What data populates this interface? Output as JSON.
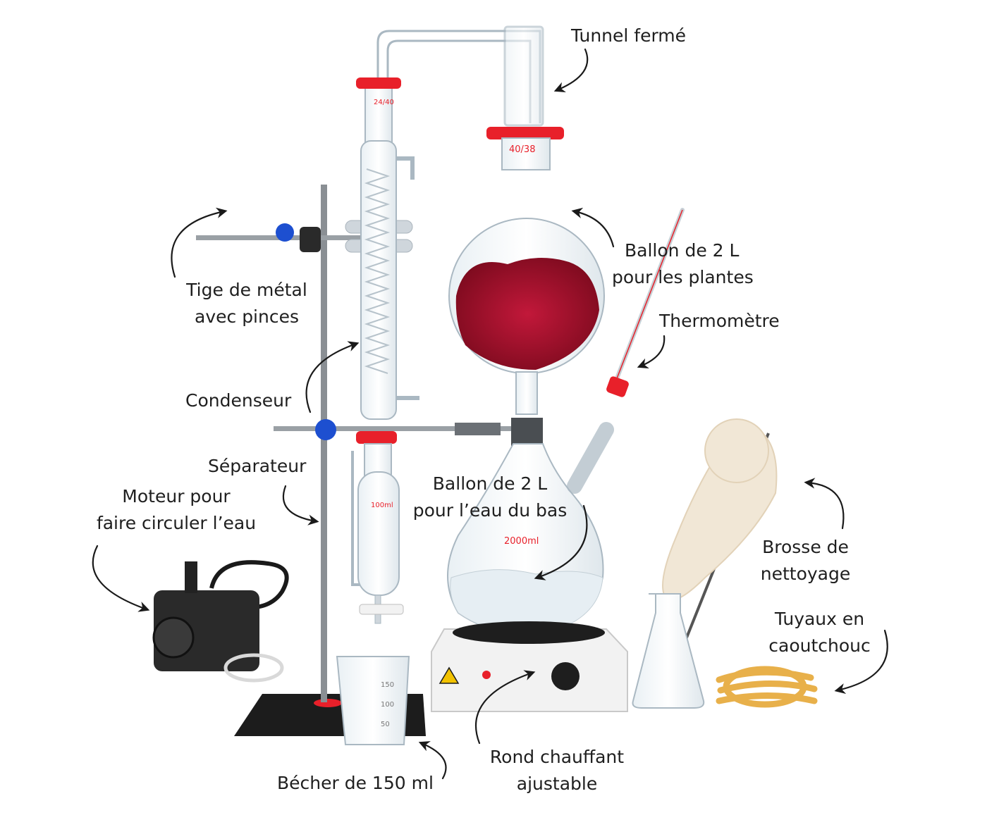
{
  "colors": {
    "glass": "#aab8c2",
    "clamp_red": "#e8202a",
    "clamp_blue": "#1d4fd0",
    "petals": "#9e1028",
    "hose": "#e8b04a",
    "hotplate": "#f2f2f2",
    "text": "#1f1f1f"
  },
  "labels": {
    "tunnel": "Tunnel fermé",
    "flask_plants_1": "Ballon de 2 L",
    "flask_plants_2": "pour les plantes",
    "thermometer": "Thermomètre",
    "rod_1": "Tige de métal",
    "rod_2": "avec pinces",
    "condenser": "Condenseur",
    "separator": "Séparateur",
    "pump_1": "Moteur pour",
    "pump_2": "faire circuler l’eau",
    "flask_water_1": "Ballon de 2 L",
    "flask_water_2": "pour l’eau du bas",
    "brush_1": "Brosse de",
    "brush_2": "nettoyage",
    "tubes_1": "Tuyaux en",
    "tubes_2": "caoutchouc",
    "hotplate_1": "Rond chauffant",
    "hotplate_2": "ajustable",
    "beaker": "Bécher de 150 ml"
  },
  "glass_marks": {
    "joint_top": "24/40",
    "joint_flask": "40/38",
    "sep_volume": "100ml",
    "flask_volume": "2000ml",
    "beaker_150": "150",
    "beaker_100": "100",
    "beaker_50": "50"
  }
}
